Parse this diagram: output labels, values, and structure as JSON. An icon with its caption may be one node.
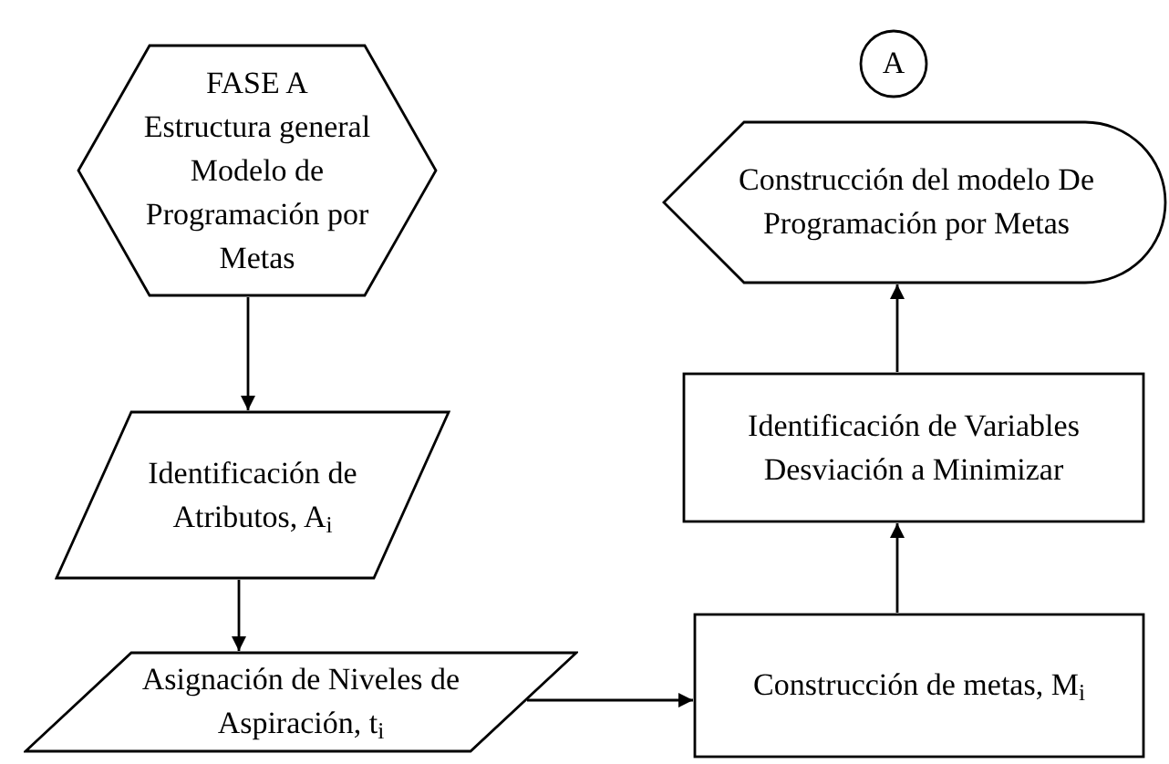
{
  "diagram": {
    "nodes": [
      {
        "text": [
          "FASE A",
          "Estructura general Modelo de Programación por Metas"
        ]
      },
      {
        "text": [
          "Identificación de Atributos, A$_{i}$"
        ]
      },
      {
        "text": [
          "Asignación de Niveles de Aspiración, t$_{i}$"
        ]
      },
      {
        "text": [
          "Construcción de metas, M$_{i}$"
        ]
      },
      {
        "text": [
          "Identificación de Variables Desviación a Minimizar"
        ]
      },
      {
        "text": [
          "Construcción del modelo De Programación por Metas"
        ]
      },
      {
        "text": [
          "A"
        ]
      }
    ],
    "edges": [
      {
        "from": 0,
        "to": 1,
        "arrow": "to"
      },
      {
        "from": 1,
        "to": 2,
        "arrow": "to"
      },
      {
        "from": 2,
        "to": 3,
        "arrow": "to"
      },
      {
        "from": 3,
        "to": 4,
        "arrow": "to"
      },
      {
        "from": 4,
        "to": 5,
        "arrow": "to"
      }
    ]
  }
}
